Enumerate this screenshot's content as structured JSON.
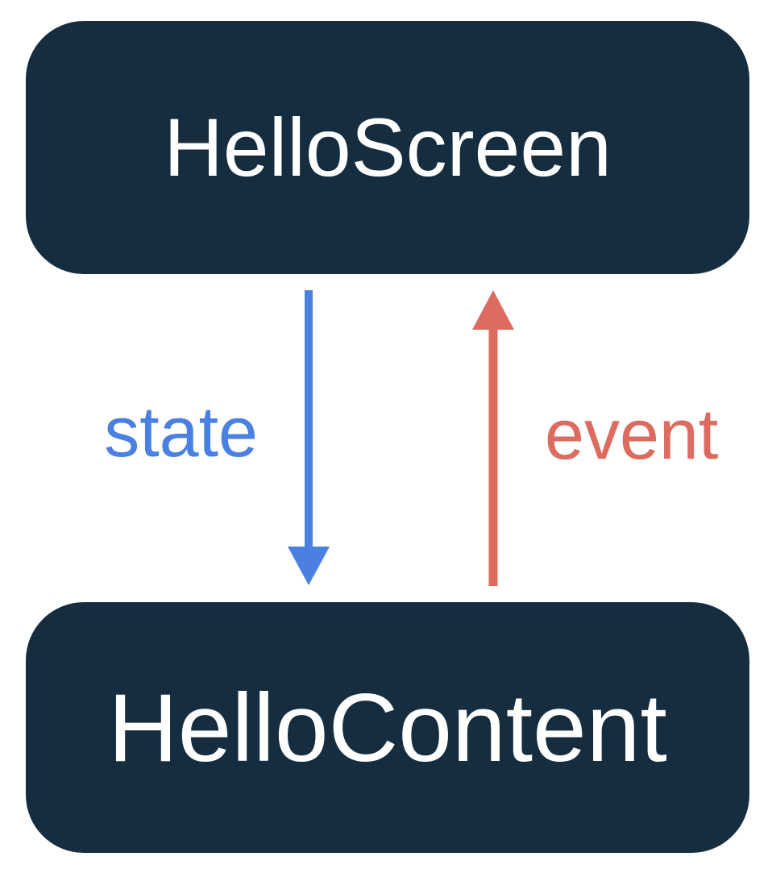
{
  "diagram": {
    "title": "unidirectional data flow between screen and content composables",
    "background_color": "#ffffff",
    "nodes": {
      "screen": {
        "label": "HelloScreen",
        "fill": "#162d3f",
        "text_color": "#ffffff"
      },
      "content": {
        "label": "HelloContent",
        "fill": "#162d3f",
        "text_color": "#ffffff"
      }
    },
    "edges": {
      "state": {
        "label": "state",
        "color": "#4a80e2",
        "direction": "down",
        "from": "HelloScreen",
        "to": "HelloContent"
      },
      "event": {
        "label": "event",
        "color": "#dd6b5f",
        "direction": "up",
        "from": "HelloContent",
        "to": "HelloScreen"
      }
    }
  }
}
